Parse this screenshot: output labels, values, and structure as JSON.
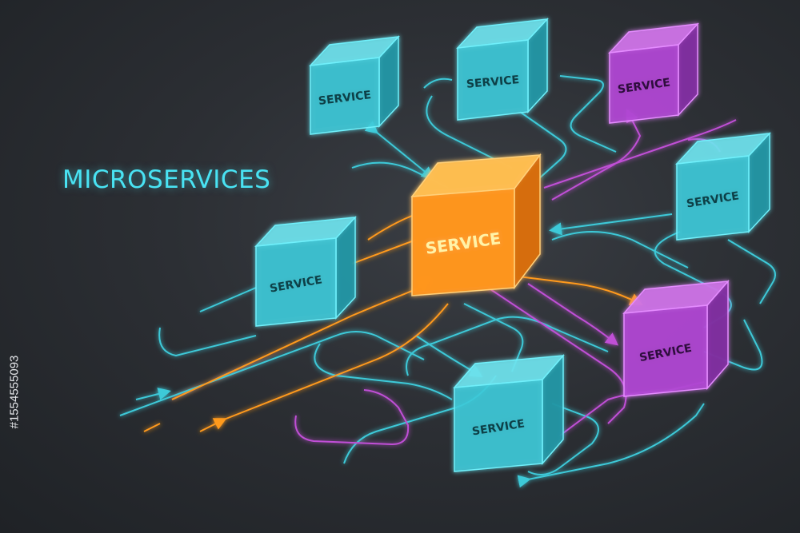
{
  "headline": "MICROSERVICES",
  "service_label": "SERVICE",
  "stock_id": "#1554555093",
  "services": [
    {
      "id": "top-left",
      "color": "cyan"
    },
    {
      "id": "top-mid",
      "color": "cyan"
    },
    {
      "id": "top-right",
      "color": "purple"
    },
    {
      "id": "right",
      "color": "cyan"
    },
    {
      "id": "left",
      "color": "cyan"
    },
    {
      "id": "center",
      "color": "orange"
    },
    {
      "id": "lower-right",
      "color": "purple"
    },
    {
      "id": "bottom",
      "color": "cyan"
    }
  ],
  "colors": {
    "cyan": "#3ec9d8",
    "purple": "#c04fd6",
    "orange": "#ff9a1f",
    "background": "#2c2f34"
  }
}
